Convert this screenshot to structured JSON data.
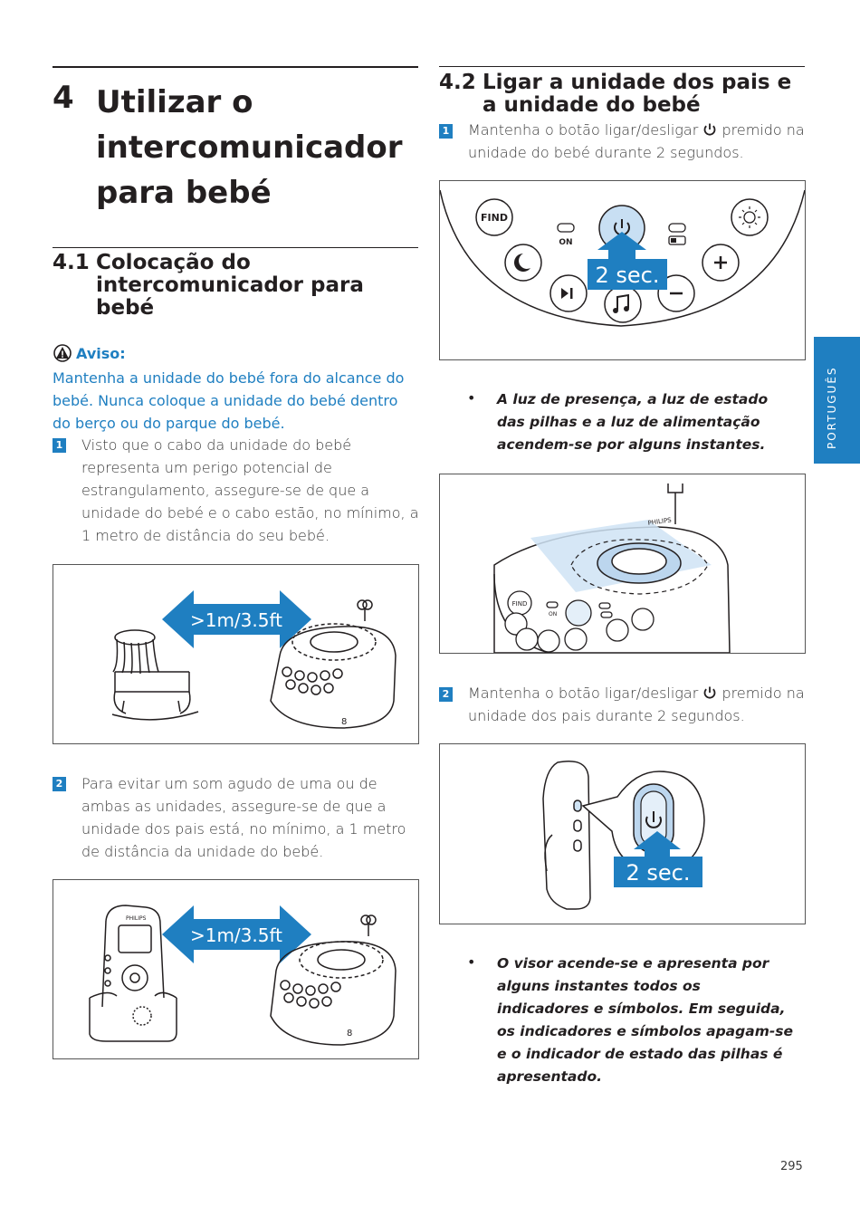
{
  "chapter": {
    "number": "4",
    "title": "Utilizar o intercomunicador para bebé"
  },
  "section_41": {
    "number": "4.1",
    "title": "Colocação do intercomunicador para bebé"
  },
  "warning": {
    "heading": "Aviso:",
    "text": "Mantenha a unidade do bebé fora do alcance do bebé. Nunca coloque a unidade do bebé dentro do berço ou do parque do bebé."
  },
  "steps_41": [
    {
      "badge": "1",
      "text": "Visto que o cabo da unidade do bebé representa um perigo potencial de estrangulamento, assegure-se de que a unidade do bebé e o cabo estão, no mínimo, a 1 metro de distância do seu bebé."
    },
    {
      "badge": "2",
      "text": "Para evitar um som agudo de uma ou de ambas as unidades, assegure-se de que a unidade dos pais está, no mínimo, a 1 metro de distância da unidade do bebé."
    }
  ],
  "figures_41": {
    "distance_label_1": ">1m/3.5ft",
    "distance_label_2": ">1m/3.5ft",
    "brand_text": "PHILIPS"
  },
  "section_42": {
    "number": "4.2",
    "title": "Ligar a unidade dos pais e a unidade do bebé"
  },
  "steps_42": [
    {
      "badge": "1",
      "text_before": "Mantenha o botão ligar/desligar",
      "text_after": "premido na unidade do bebé durante 2 segundos."
    },
    {
      "badge": "2",
      "text_before": "Mantenha o botão ligar/desligar",
      "text_after": "premido na unidade dos pais durante 2 segundos."
    }
  ],
  "figure_baby_panel": {
    "find_label": "FIND",
    "on_label": "ON",
    "hold_label": "2 sec."
  },
  "figure_parent_unit": {
    "hold_label": "2 sec."
  },
  "figure_baby_unit": {
    "brand_text": "PHILIPS",
    "find_label": "FIND",
    "on_label": "ON"
  },
  "bullets_42": [
    "A luz de presença, a luz de estado das pilhas e a luz de alimentação acendem-se por alguns instantes.",
    "O visor acende-se e apresenta por alguns instantes todos os indicadores e símbolos. Em seguida, os indicadores e símbolos apagam-se e o indicador de estado das pilhas é apresentado."
  ],
  "side_tab": "PORTUGUÊS",
  "page_number": "295",
  "colors": {
    "accent": "#1f7fc1",
    "text": "#231f20"
  }
}
